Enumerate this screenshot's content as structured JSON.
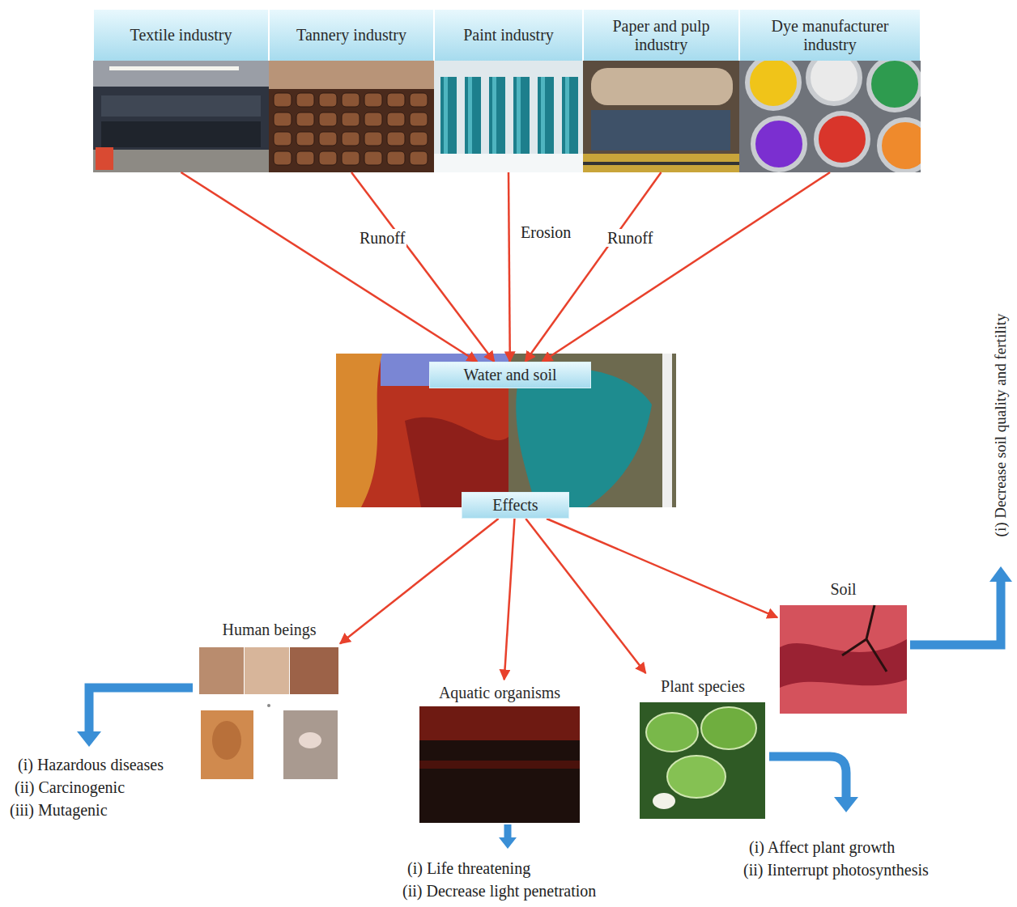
{
  "diagram": {
    "nodes": [
      {
        "text": [
          "Textile industry"
        ]
      },
      {
        "text": [
          "Tannery industry"
        ]
      },
      {
        "text": [
          "Paint industry"
        ]
      },
      {
        "text": [
          "Paper and pulp industry"
        ]
      },
      {
        "text": [
          "Dye manufacturer industry"
        ]
      },
      {
        "text": [
          "Water and soil"
        ]
      },
      {
        "text": [
          "Effects"
        ]
      },
      {
        "text": [
          "Human beings"
        ]
      },
      {
        "text": [
          "Aquatic organisms"
        ]
      },
      {
        "text": [
          "Plant species"
        ]
      },
      {
        "text": [
          "Soil"
        ]
      }
    ],
    "edges": [
      {
        "from": 0,
        "to": 5,
        "arrow": "to"
      },
      {
        "from": 1,
        "to": 5,
        "label": "Runoff",
        "arrow": "to"
      },
      {
        "from": 2,
        "to": 5,
        "label": "Erosion",
        "arrow": "to"
      },
      {
        "from": 3,
        "to": 5,
        "label": "Runoff",
        "arrow": "to"
      },
      {
        "from": 4,
        "to": 5,
        "arrow": "to"
      },
      {
        "from": 6,
        "to": 7,
        "arrow": "to"
      },
      {
        "from": 6,
        "to": 8,
        "arrow": "to"
      },
      {
        "from": 6,
        "to": 9,
        "arrow": "to"
      },
      {
        "from": 6,
        "to": 10,
        "arrow": "to"
      }
    ],
    "labels": [
      "(i) Hazardous diseases",
      "(ii) Carcinogenic",
      "(iii) Mutagenic",
      "(i) Life threatening",
      "(ii) Decrease light penetration",
      "(i) Affect plant growth",
      "(ii) Iinterrupt photosynthesis",
      "(i) Decrease soil quality and fertility"
    ]
  }
}
